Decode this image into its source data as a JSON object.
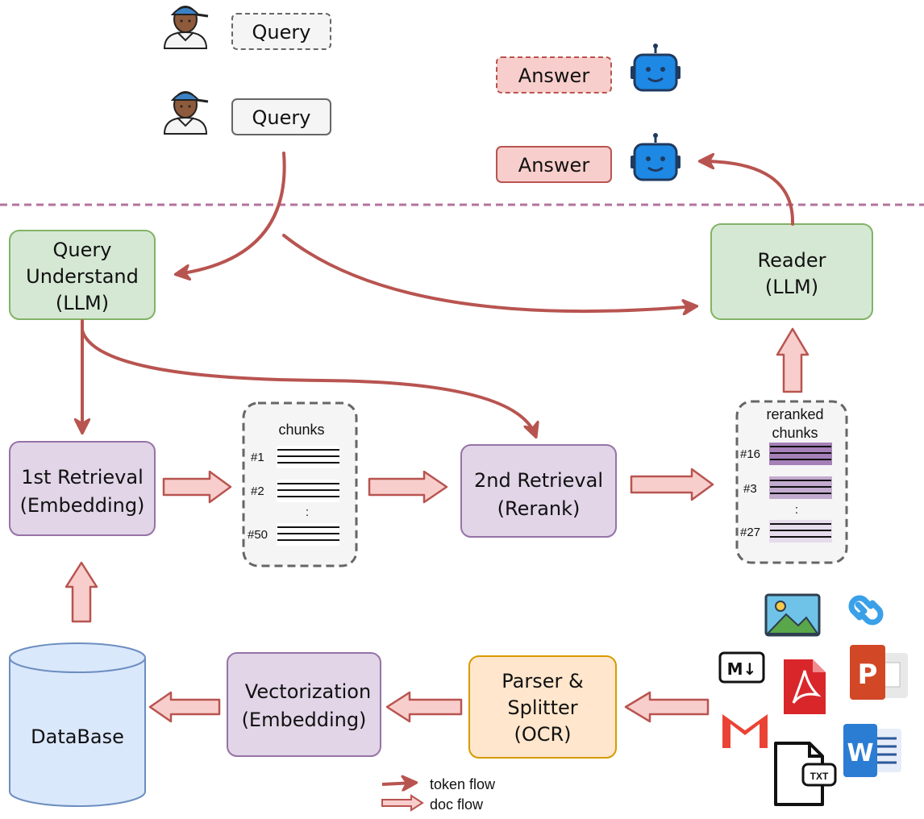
{
  "top": {
    "query_draft": "Query",
    "query_sent": "Query",
    "answer_draft": "Answer",
    "answer_final": "Answer"
  },
  "nodes": {
    "query_understand": [
      "Query",
      "Understand",
      "(LLM)"
    ],
    "reader": [
      "Reader",
      "(LLM)"
    ],
    "first_retrieval": [
      "1st Retrieval",
      "(Embedding)"
    ],
    "second_retrieval": [
      "2nd Retrieval",
      "(Rerank)"
    ],
    "vectorization": [
      "Vectorization",
      "(Embedding)"
    ],
    "parser": [
      "Parser &",
      "Splitter",
      "(OCR)"
    ],
    "database": "DataBase"
  },
  "chunks": {
    "title": "chunks",
    "labels": [
      "#1",
      "#2",
      ":",
      "#50"
    ]
  },
  "reranked": {
    "title": [
      "reranked",
      "chunks"
    ],
    "labels": [
      "#16",
      "#3",
      ":",
      "#27"
    ]
  },
  "legend": {
    "token_flow": "token flow",
    "doc_flow": "doc flow"
  },
  "icons": {
    "markdown_label": "M↓",
    "txt_label": "TXT"
  },
  "colors": {
    "arrow": "#b85450",
    "fat_arrow_fill": "#f8cecc",
    "green_fill": "#d5e8d4",
    "green_stroke": "#82b366",
    "purple_fill": "#e1d5e7",
    "purple_stroke": "#9673a6",
    "orange_fill": "#ffe6cc",
    "orange_stroke": "#d79b00",
    "blue_fill": "#dae8fc",
    "blue_stroke": "#6c8ebf",
    "divider": "#b5739d"
  }
}
